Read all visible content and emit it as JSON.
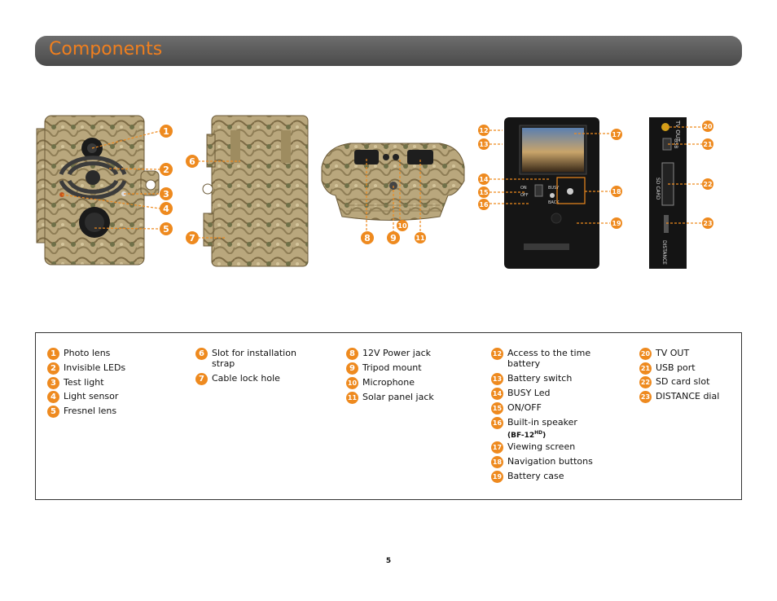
{
  "header": {
    "title": "Components"
  },
  "diagram": {
    "callouts": [
      "1",
      "2",
      "3",
      "4",
      "5",
      "6",
      "7",
      "8",
      "9",
      "10",
      "11",
      "12",
      "13",
      "14",
      "15",
      "16",
      "17",
      "18",
      "19",
      "20",
      "21",
      "22",
      "23"
    ],
    "panel_labels": {
      "on": "ON",
      "off": "OFF",
      "busy": "BUSY",
      "back": "BACK",
      "sd_card": "SD CARD",
      "usb": "USB",
      "tv_out": "TV OUT",
      "distance": "DISTANCE"
    }
  },
  "legend": {
    "columns": [
      [
        {
          "num": "1",
          "label": "Photo lens"
        },
        {
          "num": "2",
          "label": "Invisible LEDs"
        },
        {
          "num": "3",
          "label": "Test light"
        },
        {
          "num": "4",
          "label": "Light sensor"
        },
        {
          "num": "5",
          "label": "Fresnel lens"
        }
      ],
      [
        {
          "num": "6",
          "label": "Slot for installation strap"
        },
        {
          "num": "7",
          "label": "Cable lock hole"
        }
      ],
      [
        {
          "num": "8",
          "label": "12V Power jack"
        },
        {
          "num": "9",
          "label": "Tripod mount"
        },
        {
          "num": "10",
          "label": "Microphone"
        },
        {
          "num": "11",
          "label": "Solar panel jack"
        }
      ],
      [
        {
          "num": "12",
          "label": "Access to the time battery"
        },
        {
          "num": "13",
          "label": "Battery switch"
        },
        {
          "num": "14",
          "label": "BUSY Led"
        },
        {
          "num": "15",
          "label": "ON/OFF"
        },
        {
          "num": "16",
          "label": "Built-in speaker",
          "note_main": "(BF-12",
          "note_sup": "HD",
          "note_end": ")"
        },
        {
          "num": "17",
          "label": "Viewing screen"
        },
        {
          "num": "18",
          "label": "Navigation buttons"
        },
        {
          "num": "19",
          "label": "Battery case"
        }
      ],
      [
        {
          "num": "20",
          "label": "TV OUT"
        },
        {
          "num": "21",
          "label": "USB port"
        },
        {
          "num": "22",
          "label": "SD card slot"
        },
        {
          "num": "23",
          "label": "DISTANCE dial"
        }
      ]
    ]
  },
  "footer": {
    "page_number": "5"
  },
  "colors": {
    "accent": "#ee8a1f",
    "title_bar": "#5a5a5a",
    "title_text": "#f07f1e"
  }
}
